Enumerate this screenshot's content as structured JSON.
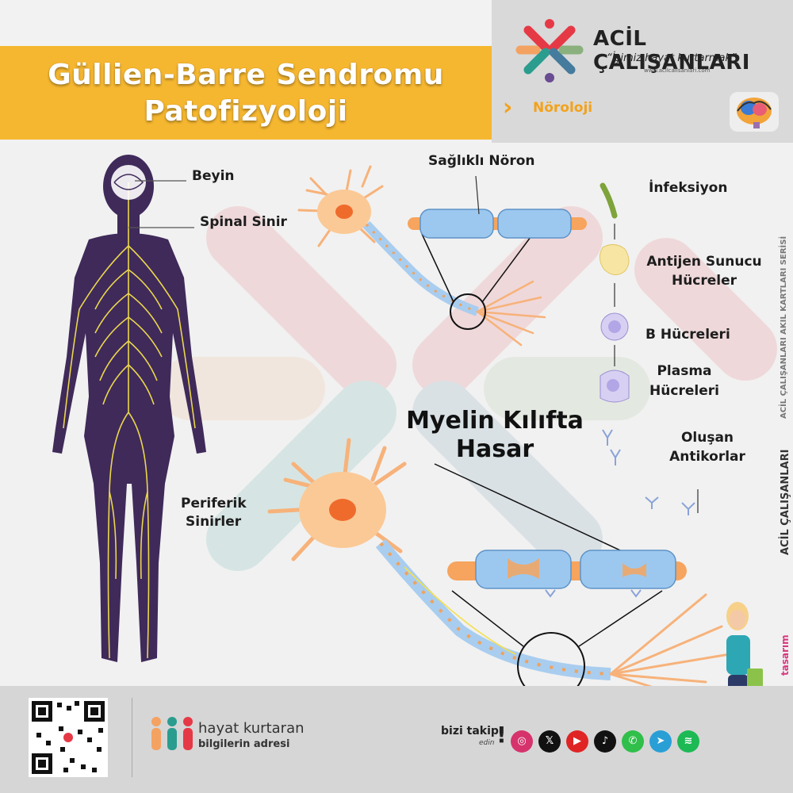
{
  "header": {
    "title_line1": "Güllien-Barre Sendromu",
    "title_line2": "Patofizyoloji",
    "brand_name": "ACİL ÇALIŞANLARI",
    "brand_slogan": "“İşimiz hayat kurtarmak”",
    "brand_url": "www.acilcalisanlari.com",
    "category": "Nöroloji",
    "category_icon": "brain-icon"
  },
  "labels": {
    "beyin": "Beyin",
    "spinal": "Spinal Sinir",
    "periferik_1": "Periferik",
    "periferik_2": "Sinirler",
    "saglikli": "Sağlıklı Nöron",
    "infeksiyon": "İnfeksiyon",
    "antijen_1": "Antijen Sunucu",
    "antijen_2": "Hücreler",
    "b_hucre": "B Hücreleri",
    "plasma_1": "Plasma",
    "plasma_2": "Hücreleri",
    "antikor_1": "Oluşan",
    "antikor_2": "Antikorlar",
    "myelin_1": "Myelin Kılıfta",
    "myelin_2": "Hasar"
  },
  "side": {
    "series": "ACİL ÇALIŞANLARI AKIL KARTLARI SERİSİ",
    "design_prefix": "tasarım",
    "design_brand": "ACİL ÇALIŞANLARI"
  },
  "footer": {
    "hk_title": "hayat kurtaran",
    "hk_sub": "bilgilerin adresi",
    "follow": "bizi takip",
    "follow_sub": "edin",
    "socials": [
      "instagram-icon",
      "x-icon",
      "youtube-icon",
      "tiktok-icon",
      "whatsapp-icon",
      "telegram-icon",
      "spotify-icon"
    ]
  },
  "colors": {
    "title_band": "#f6b730",
    "accent_orange": "#f3a21a",
    "body_silhouette": "#3f2a5a",
    "nerve_yellow": "#f4e04d",
    "myelin_blue": "#9cc8ef",
    "axon_orange": "#f6a45e"
  }
}
